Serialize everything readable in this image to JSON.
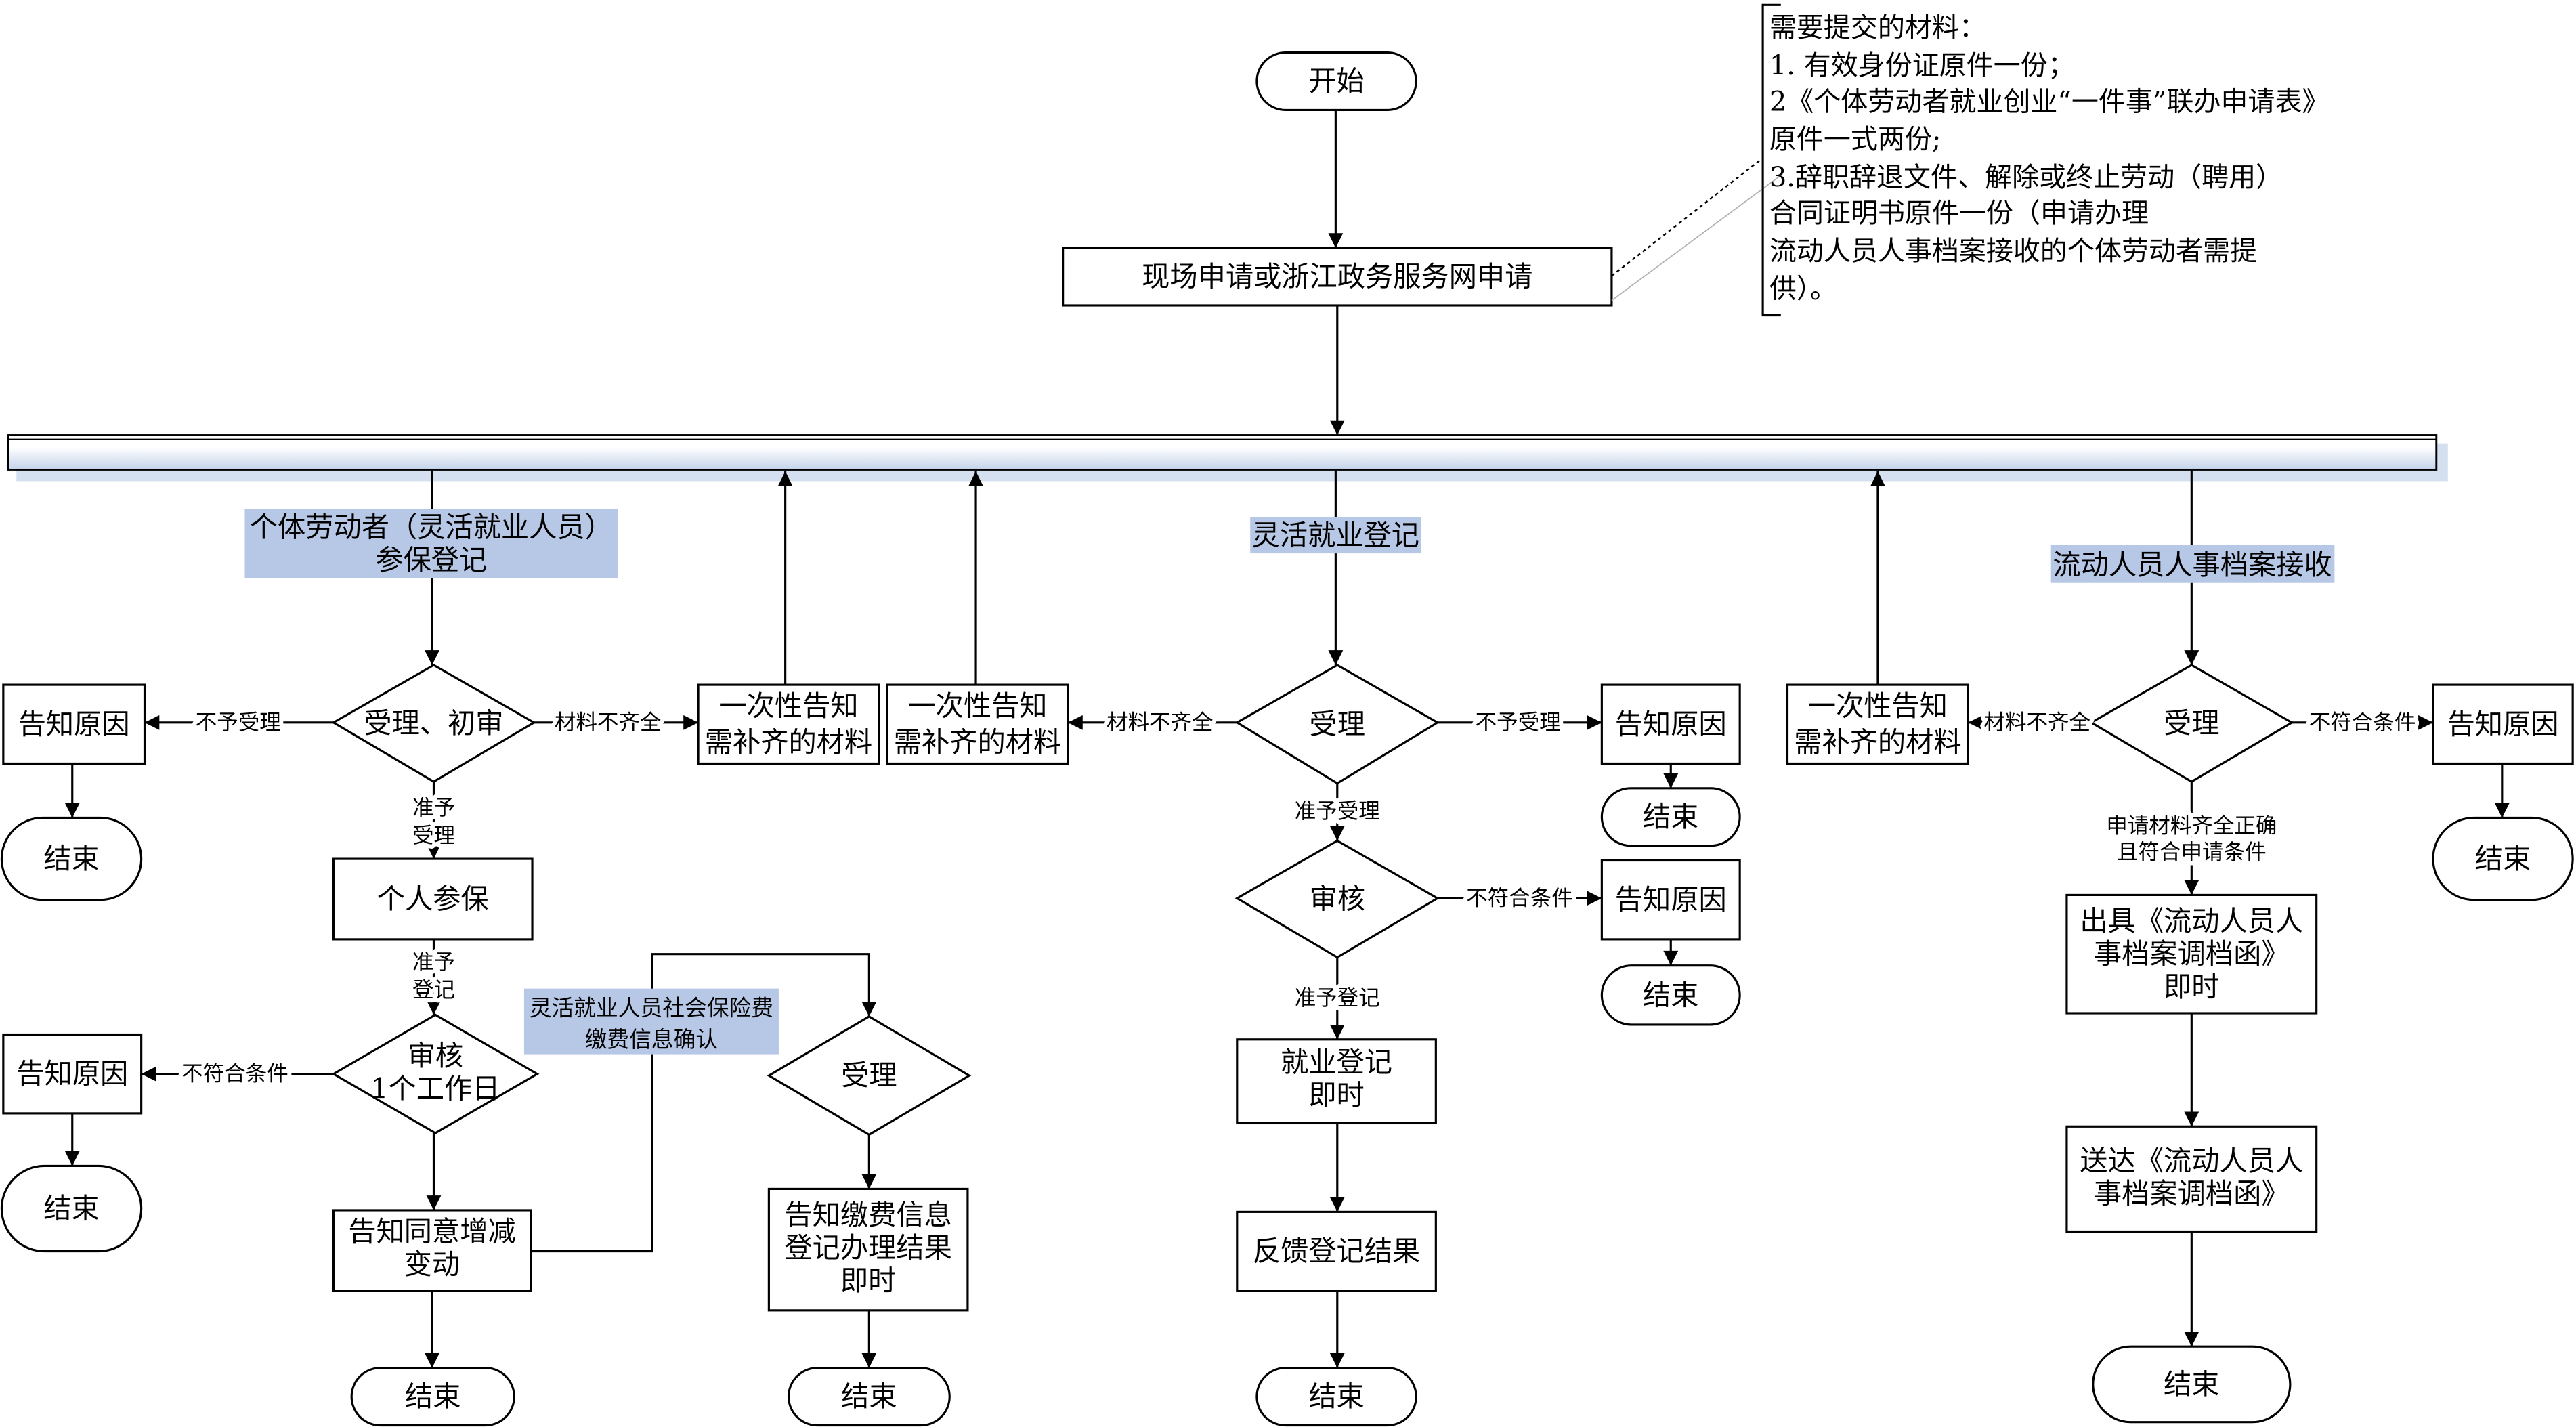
{
  "colors": {
    "stroke": "#000000",
    "label_fill": "#b7c8e6",
    "band_fill": "#c3d3ea",
    "band_shadow": "#d4dff0",
    "background": "#ffffff"
  },
  "start": "开始",
  "apply_box": "现场申请或浙江政务服务网申请",
  "materials_note": {
    "title": "需要提交的材料：",
    "lines": [
      "1. 有效身份证原件一份；",
      "2《个体劳动者就业创业“一件事”联办申请表》",
      "原件一式两份;",
      "3.辞职辞退文件、解除或终止劳动（聘用）",
      "合同证明书原件一份（申请办理",
      "流动人员人事档案接收的个体劳动者需提",
      "供）。"
    ]
  },
  "lane_individual": {
    "title_lines": [
      "个体劳动者（灵活就业人员）",
      "参保登记"
    ],
    "accept_review": "受理、初审",
    "reject_edge": "不予受理",
    "reason_box": "告知原因",
    "end_reject": "结束",
    "incomplete_edge": "材料不齐全",
    "notify_materials": [
      "一次性告知",
      "需补齐的材料"
    ],
    "approve_accept": [
      "准予",
      "受理"
    ],
    "personal_insurance": "个人参保",
    "approve_register": [
      "准予",
      "登记"
    ],
    "review": [
      "审核",
      "1个工作日"
    ],
    "not_qualified_edge": "不符合条件",
    "review_reason_box": "告知原因",
    "end_review": "结束",
    "notify_change": [
      "告知同意增减",
      "变动"
    ],
    "end_change": "结束",
    "fee_confirm": [
      "灵活就业人员社会保险费",
      "缴费信息确认"
    ],
    "fee_accept": "受理",
    "fee_result": [
      "告知缴费信息",
      "登记办理结果",
      "即时"
    ],
    "end_fee": "结束"
  },
  "lane_employment": {
    "title": "灵活就业登记",
    "notify_materials": [
      "一次性告知",
      "需补齐的材料"
    ],
    "incomplete_edge": "材料不齐全",
    "accept": "受理",
    "reject_edge": "不予受理",
    "reason_box": "告知原因",
    "end_reject": "结束",
    "approve_accept_edge": "准予受理",
    "review": "审核",
    "not_qualified_edge": "不符合条件",
    "review_reason_box": "告知原因",
    "end_review": "结束",
    "approve_register_edge": "准予登记",
    "register_box": [
      "就业登记",
      "即时"
    ],
    "feedback_box": "反馈登记结果",
    "end_feedback": "结束"
  },
  "lane_archive": {
    "title": "流动人员人事档案接收",
    "notify_materials": [
      "一次性告知",
      "需补齐的材料"
    ],
    "incomplete_edge": "材料不齐全",
    "accept": "受理",
    "not_qualified_edge": "不符合条件",
    "reason_box": "告知原因",
    "end_reject": "结束",
    "qualified_edge": [
      "申请材料齐全正确",
      "且符合申请条件"
    ],
    "issue_letter": [
      "出具《流动人员人",
      "事档案调档函》",
      "即时"
    ],
    "deliver_letter": [
      "送达《流动人员人",
      "事档案调档函》"
    ],
    "end_deliver": "结束"
  }
}
